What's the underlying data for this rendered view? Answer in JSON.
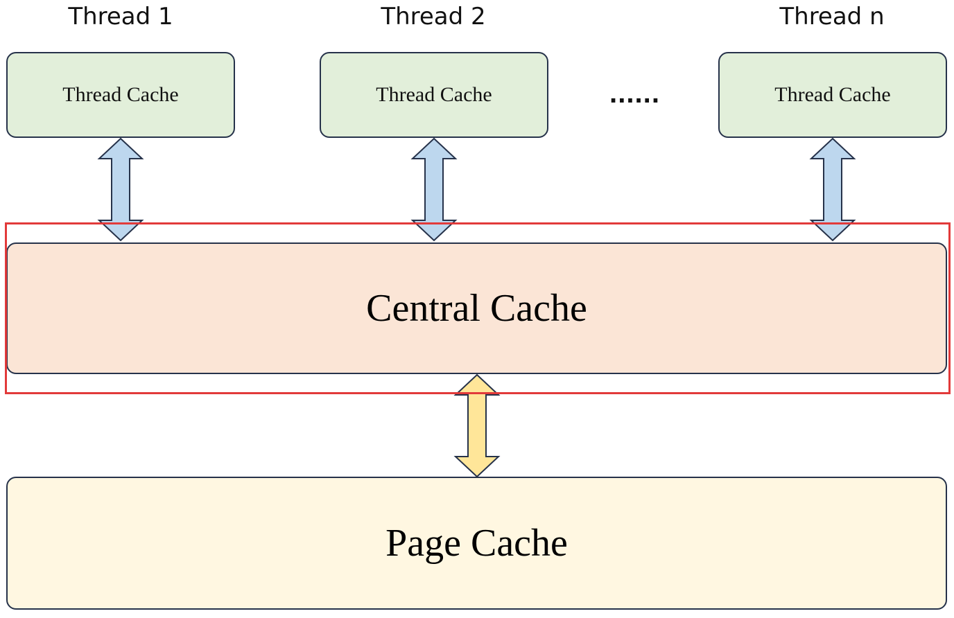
{
  "threads": [
    {
      "label": "Thread 1",
      "cache_label": "Thread Cache"
    },
    {
      "label": "Thread 2",
      "cache_label": "Thread Cache"
    },
    {
      "label": "Thread n",
      "cache_label": "Thread Cache"
    }
  ],
  "ellipsis": "......",
  "central_cache": {
    "label": "Central Cache"
  },
  "page_cache": {
    "label": "Page Cache"
  },
  "colors": {
    "thread_cache_fill": "#e2efda",
    "central_cache_fill": "#fbe5d6",
    "page_cache_fill": "#fff7e1",
    "thread_arrow_fill": "#bdd7ee",
    "page_arrow_fill": "#ffe699",
    "highlight_border": "#e23a3a",
    "box_border": "#26324a"
  }
}
